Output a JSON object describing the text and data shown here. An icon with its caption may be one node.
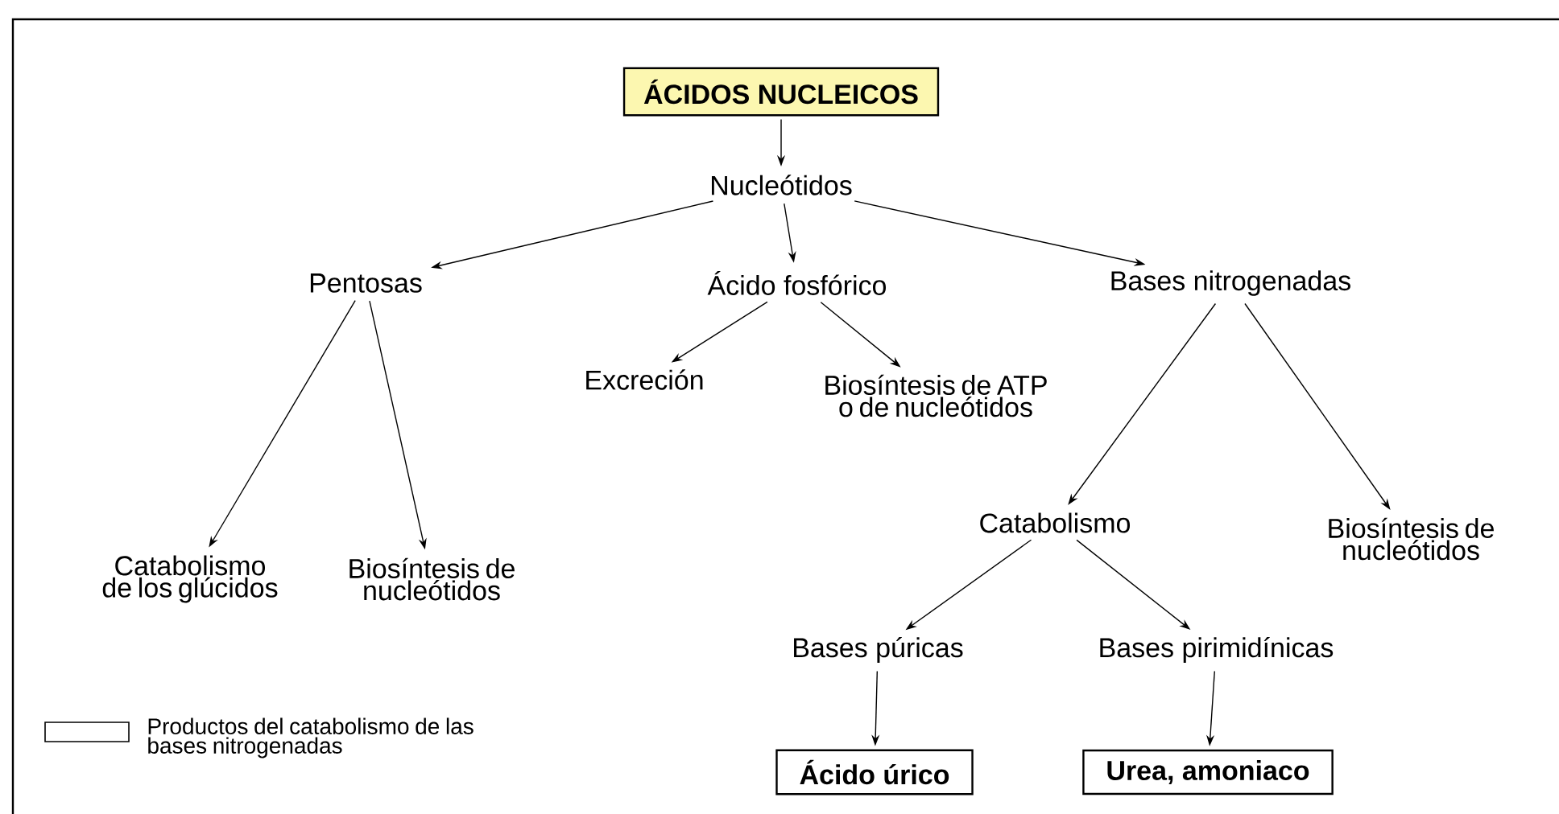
{
  "diagram": {
    "nodes": [
      {
        "text": [
          "ÁCIDOS NUCLEICOS"
        ]
      },
      {
        "text": [
          "Nucleótidos"
        ]
      },
      {
        "text": [
          "Pentosas"
        ]
      },
      {
        "text": [
          "Ácido fosfórico"
        ]
      },
      {
        "text": [
          "Bases nitrogenadas"
        ]
      },
      {
        "text": [
          "Excreción"
        ]
      },
      {
        "text": [
          "Biosíntesis de ATP o de nucleótidos"
        ]
      },
      {
        "text": [
          "Catabolismo de los glúcidos"
        ]
      },
      {
        "text": [
          "Biosíntesis de nucleótidos"
        ]
      },
      {
        "text": [
          "Catabolismo"
        ]
      },
      {
        "text": [
          "Biosíntesis de nucleótidos"
        ]
      },
      {
        "text": [
          "Bases púricas"
        ]
      },
      {
        "text": [
          "Bases pirimidínicas"
        ]
      },
      {
        "text": [
          "Ácido úrico"
        ]
      },
      {
        "text": [
          "Urea, amoniaco"
        ]
      }
    ],
    "edges": [
      {
        "from": 0,
        "to": 1,
        "arrow": "to"
      },
      {
        "from": 1,
        "to": 2,
        "arrow": "to"
      },
      {
        "from": 1,
        "to": 3,
        "arrow": "to"
      },
      {
        "from": 1,
        "to": 4,
        "arrow": "to"
      },
      {
        "from": 3,
        "to": 5,
        "arrow": "to"
      },
      {
        "from": 3,
        "to": 6,
        "arrow": "to"
      },
      {
        "from": 2,
        "to": 7,
        "arrow": "to"
      },
      {
        "from": 2,
        "to": 8,
        "arrow": "to"
      },
      {
        "from": 4,
        "to": 9,
        "arrow": "to"
      },
      {
        "from": 4,
        "to": 10,
        "arrow": "to"
      },
      {
        "from": 9,
        "to": 11,
        "arrow": "to"
      },
      {
        "from": 9,
        "to": 12,
        "arrow": "to"
      },
      {
        "from": 11,
        "to": 13,
        "arrow": "to"
      },
      {
        "from": 12,
        "to": 14,
        "arrow": "to"
      }
    ],
    "legend": [
      {
        "text": "Productos del catabolismo de las bases nitrogenadas"
      }
    ]
  }
}
